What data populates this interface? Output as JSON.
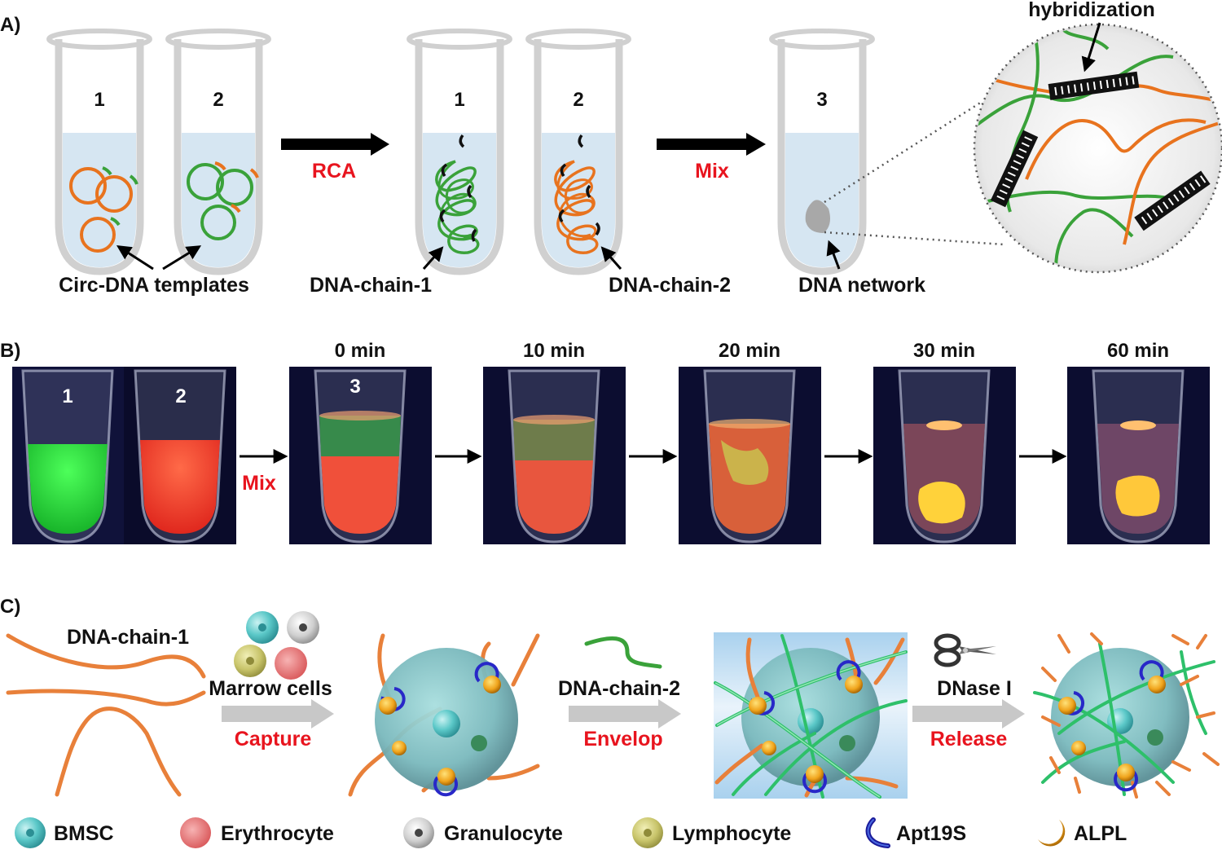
{
  "panel_a": {
    "label": "A)",
    "tube_numbers": [
      "1",
      "2",
      "1",
      "2",
      "3"
    ],
    "rca": "RCA",
    "mix": "Mix",
    "hybridization": "hybridization",
    "circ_templates": "Circ-DNA templates",
    "chain1": "DNA-chain-1",
    "chain2": "DNA-chain-2",
    "network": "DNA network"
  },
  "panel_b": {
    "label": "B)",
    "mix": "Mix",
    "photo_nums": [
      "1",
      "2",
      "3"
    ],
    "times": [
      "0 min",
      "10 min",
      "20 min",
      "30 min",
      "60 min"
    ]
  },
  "panel_c": {
    "label": "C)",
    "chain1": "DNA-chain-1",
    "marrow": "Marrow cells",
    "capture": "Capture",
    "chain2": "DNA-chain-2",
    "envelop": "Envelop",
    "dnase": "DNase I",
    "release": "Release"
  },
  "legend": [
    "BMSC",
    "Erythrocyte",
    "Granulocyte",
    "Lymphocyte",
    "Apt19S",
    "ALPL"
  ],
  "colors": {
    "orange": "#e8731e",
    "green": "#3aa23a",
    "red_text": "#e8141e",
    "liquid": "#d6e6f2",
    "tube": "#d0d0d0",
    "cyan": "#5bc8c8"
  }
}
